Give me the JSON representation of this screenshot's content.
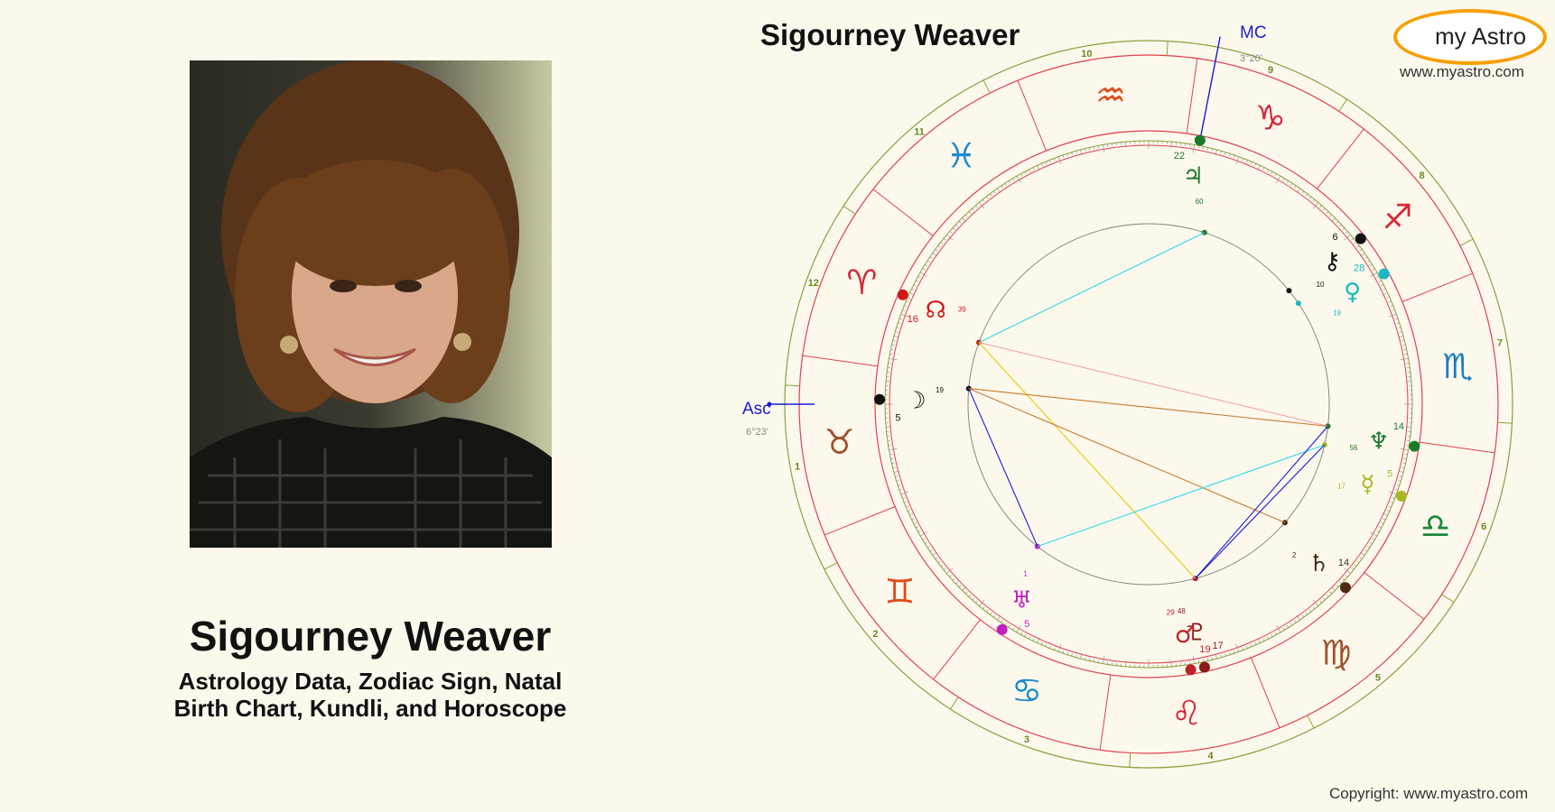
{
  "profile": {
    "name": "Sigourney Weaver",
    "subtitle_line1": "Astrology Data, Zodiac Sign, Natal",
    "subtitle_line2": "Birth Chart, Kundli, and Horoscope"
  },
  "chart": {
    "title": "Sigourney Weaver",
    "asc_label": "Asc",
    "asc_degree": "6°23'",
    "mc_label": "MC",
    "mc_degree": "3°20'",
    "house_numbers": [
      "10",
      "9",
      "8",
      "7",
      "6",
      "5",
      "4",
      "3",
      "2",
      "1",
      "12",
      "11"
    ],
    "signs": [
      {
        "name": "aquarius",
        "glyph": "♒",
        "color": "#e04a1a"
      },
      {
        "name": "capricorn",
        "glyph": "♑",
        "color": "#d8263a"
      },
      {
        "name": "sagittarius",
        "glyph": "♐",
        "color": "#d8263a"
      },
      {
        "name": "scorpio",
        "glyph": "♏",
        "color": "#1a7cc8"
      },
      {
        "name": "libra",
        "glyph": "♎",
        "color": "#1a8a3a"
      },
      {
        "name": "virgo",
        "glyph": "♍",
        "color": "#a0522d"
      },
      {
        "name": "leo",
        "glyph": "♌",
        "color": "#d8263a"
      },
      {
        "name": "cancer",
        "glyph": "♋",
        "color": "#1a8ad0"
      },
      {
        "name": "gemini",
        "glyph": "♊",
        "color": "#e04a1a"
      },
      {
        "name": "taurus",
        "glyph": "♉",
        "color": "#a0522d"
      },
      {
        "name": "aries",
        "glyph": "♈",
        "color": "#d8263a"
      },
      {
        "name": "pisces",
        "glyph": "♓",
        "color": "#1a8ad0"
      }
    ],
    "planets": [
      {
        "name": "jupiter",
        "glyph": "♃",
        "deg": "22",
        "min": "60",
        "color": "#1a7a2a"
      },
      {
        "name": "chiron",
        "glyph": "⚷",
        "deg": "6",
        "min": "10",
        "color": "#111111"
      },
      {
        "name": "venus",
        "glyph": "♀",
        "deg": "28",
        "min": "19",
        "color": "#17b8c0"
      },
      {
        "name": "neptune",
        "glyph": "♆",
        "deg": "14",
        "min": "56",
        "color": "#1a7a2a"
      },
      {
        "name": "mercury",
        "glyph": "☿",
        "deg": "5",
        "min": "17",
        "color": "#a8b820"
      },
      {
        "name": "saturn",
        "glyph": "♄",
        "deg": "14",
        "min": "2",
        "color": "#4a2a10"
      },
      {
        "name": "pluto",
        "glyph": "♇",
        "deg": "17",
        "min": "48",
        "color": "#8b1a1a"
      },
      {
        "name": "mars",
        "glyph": "♂",
        "deg": "19",
        "min": "29",
        "color": "#c0202a"
      },
      {
        "name": "uranus",
        "glyph": "♅",
        "deg": "5",
        "min": "1",
        "color": "#c020c0"
      },
      {
        "name": "moon",
        "glyph": "☽",
        "deg": "5",
        "min": "19",
        "color": "#111111"
      },
      {
        "name": "north-node",
        "glyph": "☊",
        "deg": "16",
        "min": "39",
        "color": "#d01818"
      }
    ],
    "colors": {
      "outer_ring": "#8aa040",
      "inner_ring": "#e04050",
      "house_lines": "#e04050",
      "axis": "#1a1ad8"
    }
  },
  "branding": {
    "logo_text": "my Astro",
    "site_url": "www.myastro.com",
    "copyright": "Copyright: www.myastro.com"
  }
}
